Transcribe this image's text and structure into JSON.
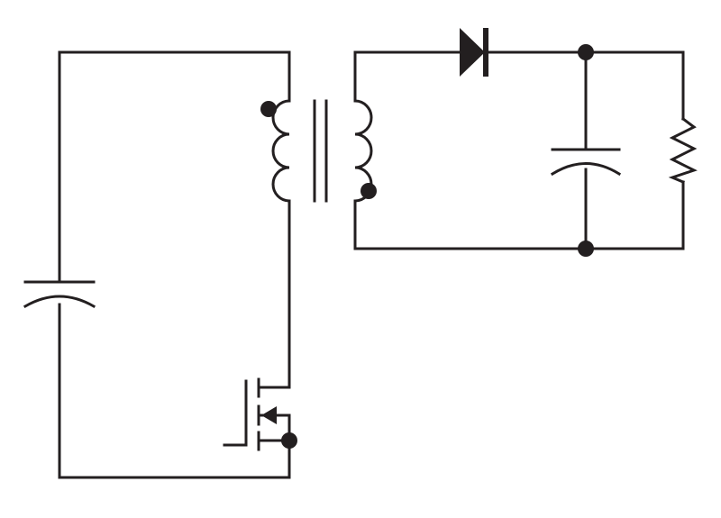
{
  "diagram": {
    "type": "flyback-converter-schematic",
    "components": [
      {
        "id": "input-capacitor",
        "kind": "polarized-capacitor"
      },
      {
        "id": "transformer",
        "kind": "coupled-inductor",
        "windings": 2,
        "core": "iron-core",
        "dot_markings": 2
      },
      {
        "id": "switch",
        "kind": "n-channel-mosfet"
      },
      {
        "id": "output-diode",
        "kind": "diode"
      },
      {
        "id": "output-capacitor",
        "kind": "polarized-capacitor"
      },
      {
        "id": "load-resistor",
        "kind": "resistor"
      }
    ],
    "junction_dots": 3
  },
  "colors": {
    "ink": "#231f20",
    "background": "#ffffff"
  }
}
